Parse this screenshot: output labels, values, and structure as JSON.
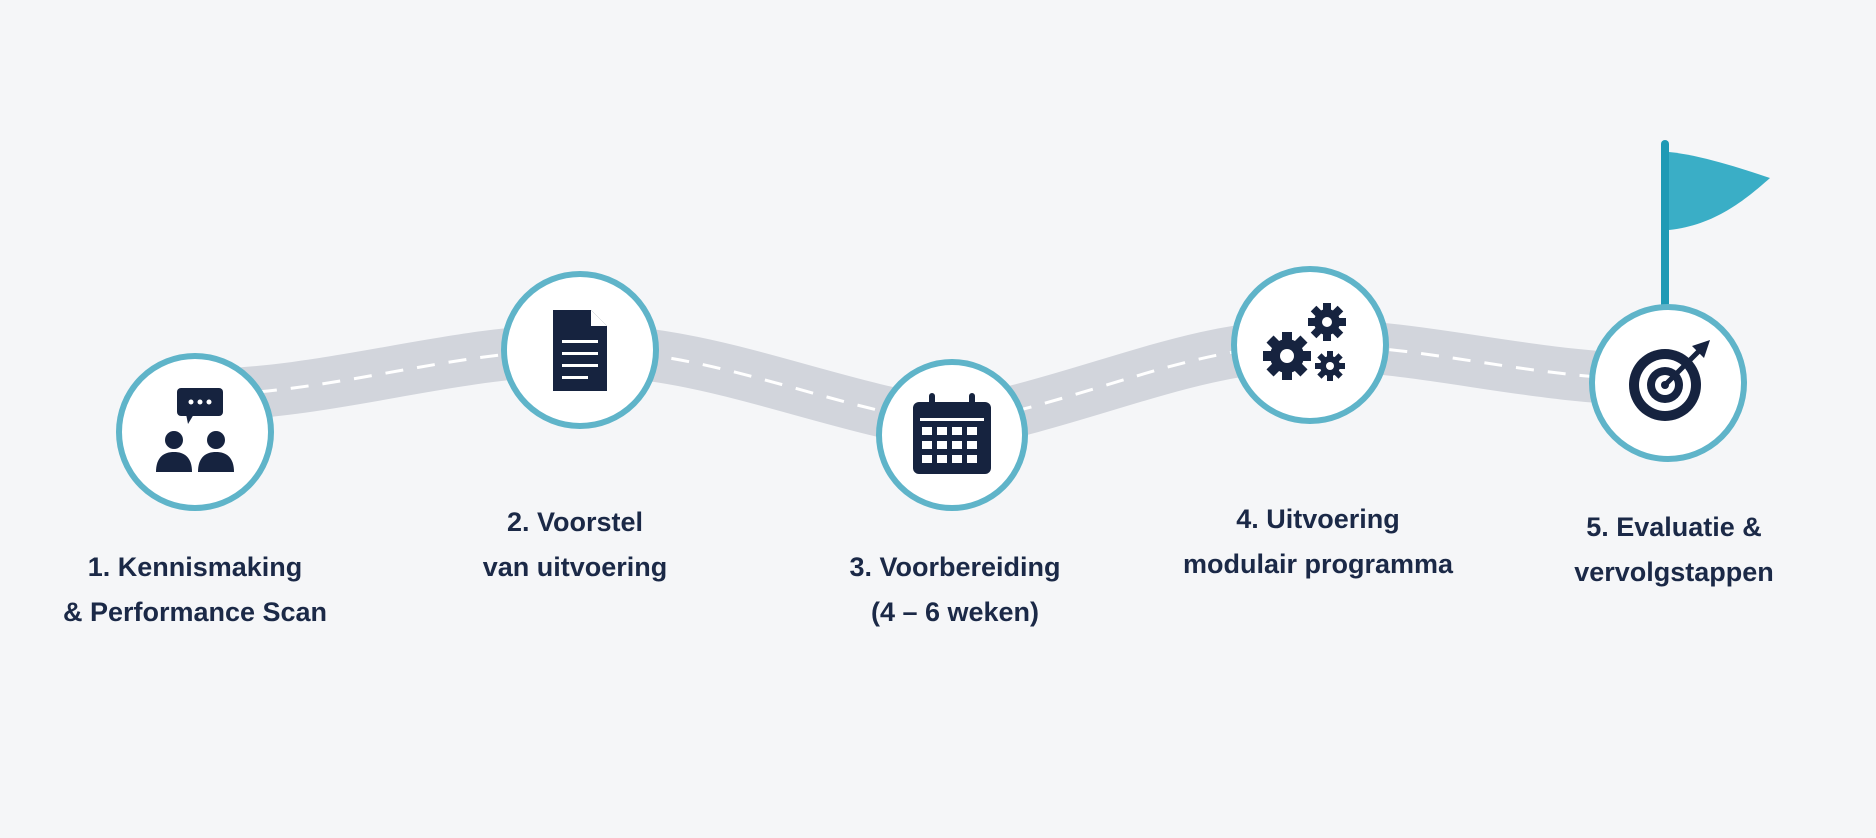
{
  "steps": [
    {
      "number": "1.",
      "line1": "1. Kennismaking",
      "line2": "& Performance Scan",
      "icon": "conversation-people-icon"
    },
    {
      "number": "2.",
      "line1": "2. Voorstel",
      "line2": "van uitvoering",
      "icon": "document-icon"
    },
    {
      "number": "3.",
      "line1": "3. Voorbereiding",
      "line2": "(4 – 6 weken)",
      "icon": "calendar-icon"
    },
    {
      "number": "4.",
      "line1": "4. Uitvoering",
      "line2": "modulair programma",
      "icon": "gears-icon"
    },
    {
      "number": "5.",
      "line1": "5. Evaluatie &",
      "line2": "vervolgstappen",
      "icon": "target-icon"
    }
  ],
  "finish": {
    "icon": "flag-icon"
  },
  "colors": {
    "background": "#f5f6f8",
    "road": "#d2d5dc",
    "road_dash": "#ffffff",
    "circle_border": "#5fb4c9",
    "icon": "#16233f",
    "flag": "#3aaec6",
    "flag_pole": "#1f9ab5",
    "text": "#1b2947"
  }
}
